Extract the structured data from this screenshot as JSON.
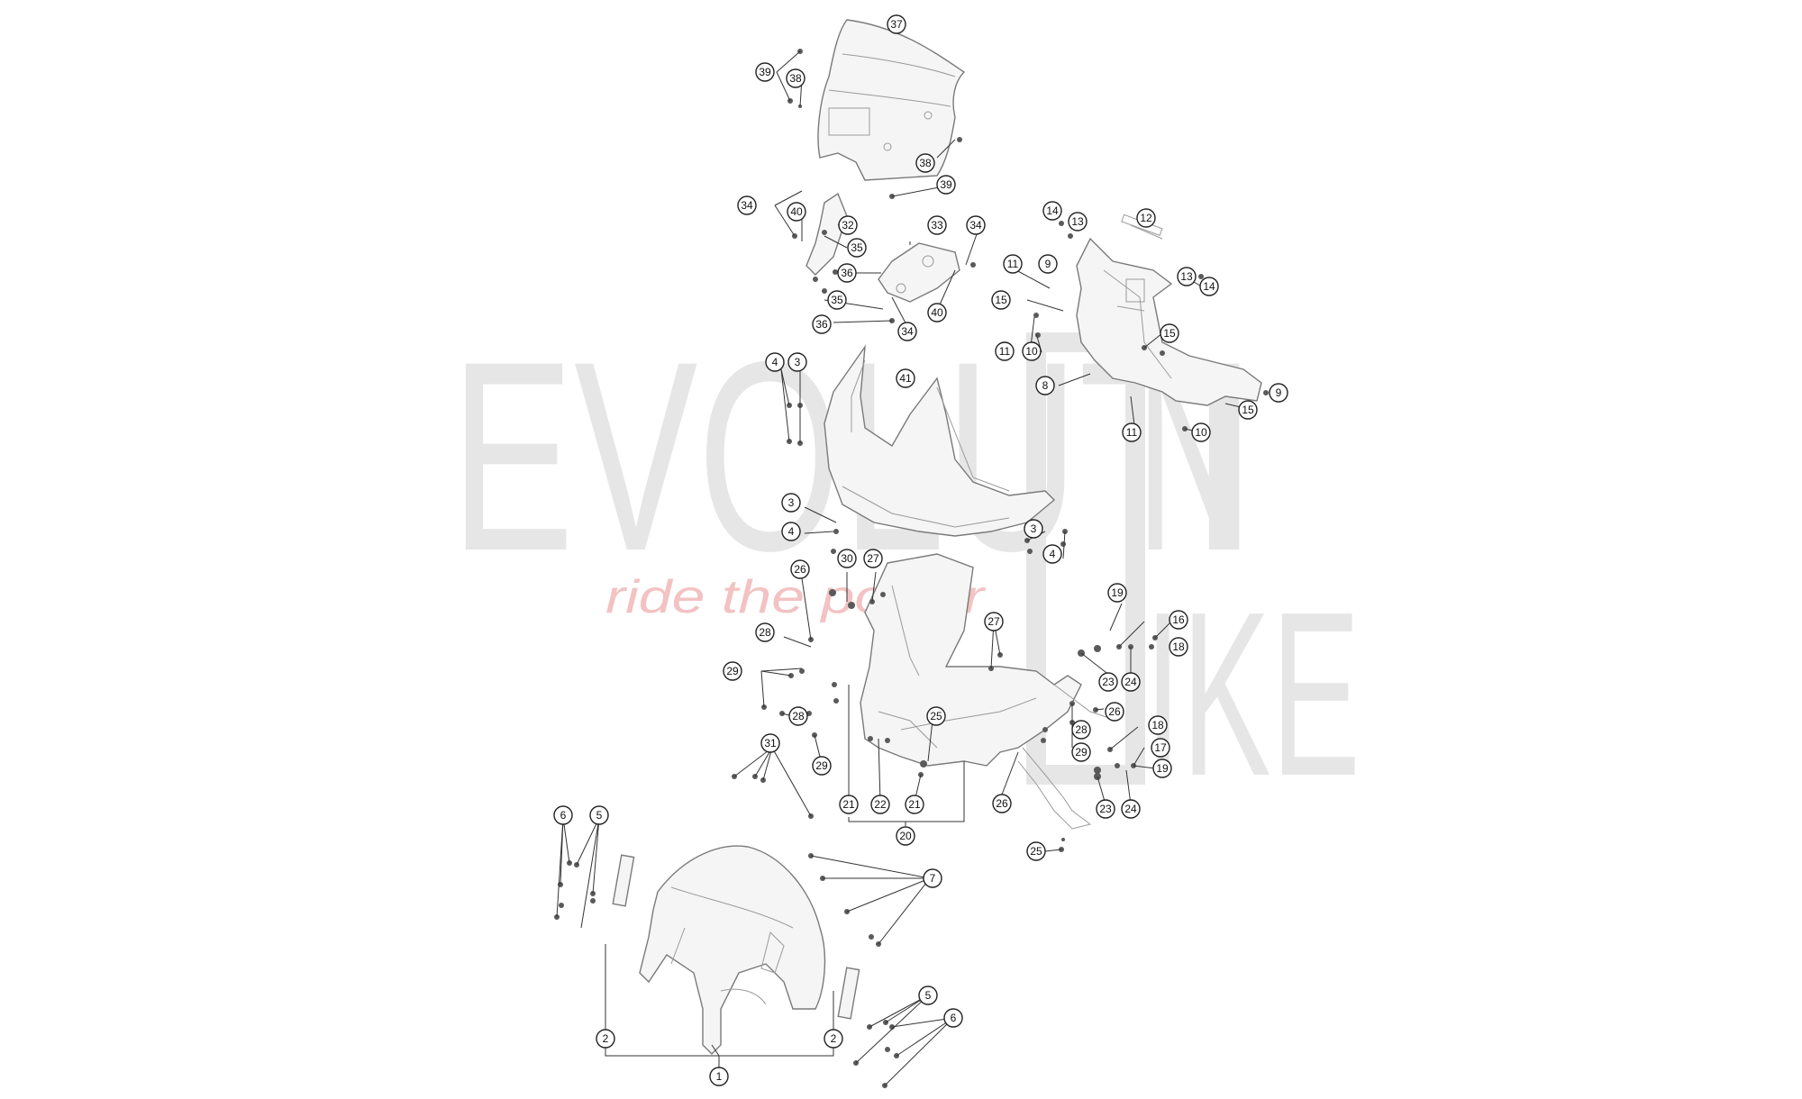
{
  "watermark": {
    "brand_line_1": "EVOLUTI",
    "brand_line_1b": "N",
    "brand_line_2": "IKE",
    "tagline": "ride the power",
    "color_gray": "#e6e6e6",
    "color_red": "#f3c2c2"
  },
  "colors": {
    "line": "#7a7a7a",
    "callout": "#222222",
    "background": "#ffffff"
  },
  "callouts": {
    "c1": "1",
    "c2a": "2",
    "c2b": "2",
    "c3a": "3",
    "c3b": "3",
    "c3c": "3",
    "c4a": "4",
    "c4b": "4",
    "c4c": "4",
    "c5a": "5",
    "c5b": "5",
    "c6a": "6",
    "c6b": "6",
    "c7": "7",
    "c8": "8",
    "c9a": "9",
    "c9b": "9",
    "c10a": "10",
    "c10b": "10",
    "c11a": "11",
    "c11b": "11",
    "c11c": "11",
    "c12": "12",
    "c13a": "13",
    "c13b": "13",
    "c14a": "14",
    "c14b": "14",
    "c15a": "15",
    "c15b": "15",
    "c15c": "15",
    "c16": "16",
    "c17": "17",
    "c18a": "18",
    "c18b": "18",
    "c19a": "19",
    "c19b": "19",
    "c20": "20",
    "c21a": "21",
    "c21b": "21",
    "c22": "22",
    "c23a": "23",
    "c23b": "23",
    "c24a": "24",
    "c24b": "24",
    "c25a": "25",
    "c25b": "25",
    "c26a": "26",
    "c26b": "26",
    "c26c": "26",
    "c27a": "27",
    "c27b": "27",
    "c28a": "28",
    "c28b": "28",
    "c28c": "28",
    "c29a": "29",
    "c29b": "29",
    "c29c": "29",
    "c30": "30",
    "c31": "31",
    "c32": "32",
    "c33": "33",
    "c34a": "34",
    "c34b": "34",
    "c34c": "34",
    "c35a": "35",
    "c35b": "35",
    "c36a": "36",
    "c36b": "36",
    "c37": "37",
    "c38a": "38",
    "c38b": "38",
    "c39a": "39",
    "c39b": "39",
    "c40a": "40",
    "c40b": "40",
    "c41": "41"
  }
}
